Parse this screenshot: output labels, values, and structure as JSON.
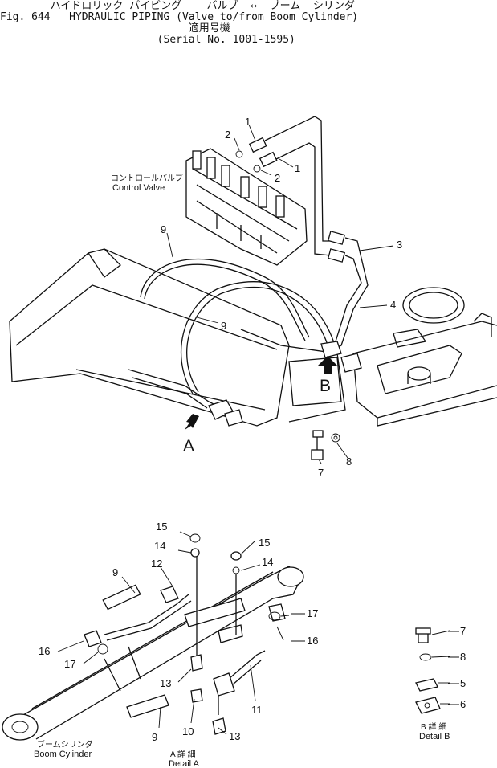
{
  "header": {
    "line1": "        ハイドロリック パイピング    バルブ  ↔  ブーム  シリンダ",
    "line2": "Fig. 644   HYDRAULIC PIPING (Valve to/from Boom Cylinder)",
    "line3": "                              適用号機",
    "line4": "                         (Serial No. 1001-1595)"
  },
  "labels": {
    "control_valve_jp": "コントロールバルブ",
    "control_valve_en": "Control Valve",
    "boom_cylinder_jp": "ブームシリンダ",
    "boom_cylinder_en": "Boom Cylinder",
    "detail_a_jp": "A 詳 細",
    "detail_a_en": "Detail A",
    "detail_b_jp": "B 詳 細",
    "detail_b_en": "Detail B",
    "view_a": "A",
    "view_b": "B"
  },
  "callouts": {
    "c1a": "1",
    "c1b": "1",
    "c2a": "2",
    "c2b": "2",
    "c3": "3",
    "c4": "4",
    "c9a": "9",
    "c9b": "9",
    "c7a": "7",
    "c8a": "8",
    "c15a": "15",
    "c14a": "14",
    "c15b": "15",
    "c14b": "14",
    "c12": "12",
    "c9c": "9",
    "c17a": "17",
    "c16a": "16",
    "c17b": "17",
    "c16b": "16",
    "c13a": "13",
    "c11": "11",
    "c9d": "9",
    "c10": "10",
    "c13b": "13",
    "c7b": "7",
    "c8b": "8",
    "c5": "5",
    "c6": "6"
  }
}
